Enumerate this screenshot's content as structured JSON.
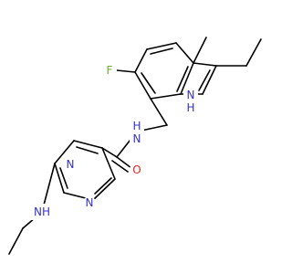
{
  "molecule": {
    "atom_labels": {
      "fluorine": "F",
      "indole_nh": "H",
      "indole_n": "N",
      "amide_nh": "H",
      "amide_n": "N",
      "carbonyl_o": "O",
      "pyrimidine_n_top": "N",
      "pyrimidine_n_bottom": "N",
      "amine_nh": "NH"
    },
    "colors": {
      "bond": "#000000",
      "carbon": "#000000",
      "nitrogen": "#3333cc",
      "oxygen": "#e8251b",
      "fluorine": "#6fae2a"
    }
  }
}
